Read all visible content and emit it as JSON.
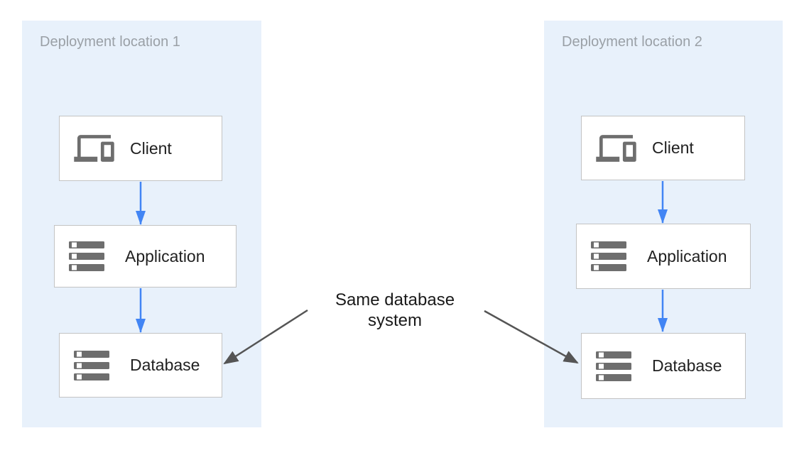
{
  "figure": {
    "panels": [
      {
        "title": "Deployment location 1",
        "nodes": [
          {
            "label": "Client",
            "icon": "devices-icon"
          },
          {
            "label": "Application",
            "icon": "server-stack-icon"
          },
          {
            "label": "Database",
            "icon": "server-stack-icon"
          }
        ]
      },
      {
        "title": "Deployment location 2",
        "nodes": [
          {
            "label": "Client",
            "icon": "devices-icon"
          },
          {
            "label": "Application",
            "icon": "server-stack-icon"
          },
          {
            "label": "Database",
            "icon": "server-stack-icon"
          }
        ]
      }
    ],
    "annotation": {
      "lines": [
        "Same database",
        "system"
      ]
    },
    "colors": {
      "panel_background": "#e8f1fb",
      "node_background": "#ffffff",
      "node_border": "#c3c3c3",
      "icon_gray": "#6e6e6e",
      "flow_arrow_blue": "#4285f4",
      "annotation_arrow_gray": "#555555",
      "panel_title_gray": "#9aa0a6",
      "label_color": "#212121"
    }
  }
}
